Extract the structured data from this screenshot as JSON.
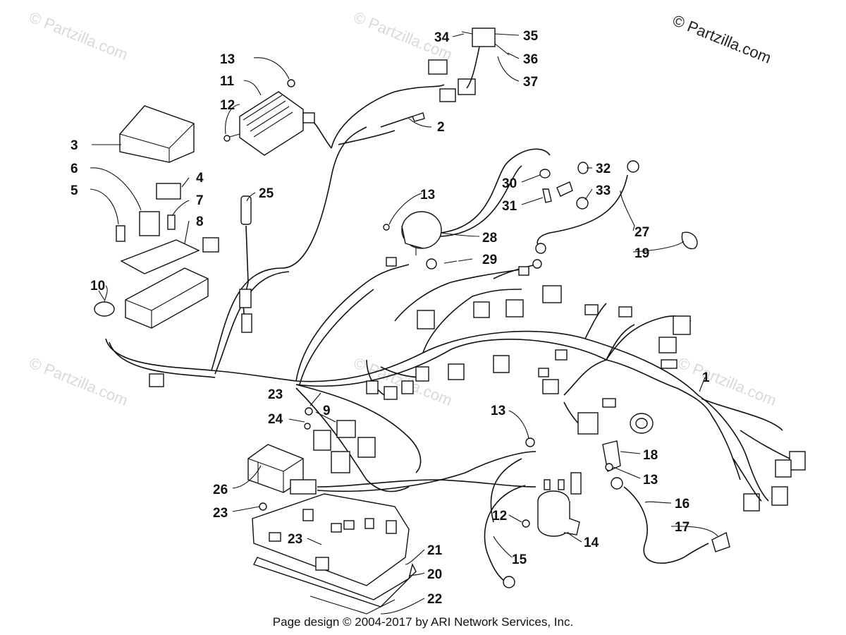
{
  "watermark": "© Partzilla.com",
  "copyright": "© Partzilla.com",
  "footer": "Page design © 2004-2017 by ARI Network Services, Inc.",
  "callouts": {
    "c1": "1",
    "c2": "2",
    "c3": "3",
    "c4": "4",
    "c5": "5",
    "c6": "6",
    "c7": "7",
    "c8": "8",
    "c9": "9",
    "c10": "10",
    "c11": "11",
    "c12a": "12",
    "c12b": "12",
    "c13a": "13",
    "c13b": "13",
    "c13c": "13",
    "c13d": "13",
    "c14": "14",
    "c15": "15",
    "c16": "16",
    "c17": "17",
    "c18": "18",
    "c19": "19",
    "c20": "20",
    "c21": "21",
    "c22": "22",
    "c23a": "23",
    "c23b": "23",
    "c23c": "23",
    "c24": "24",
    "c25": "25",
    "c26": "26",
    "c27": "27",
    "c28": "28",
    "c29": "29",
    "c30": "30",
    "c31": "31",
    "c32": "32",
    "c33": "33",
    "c34": "34",
    "c35": "35",
    "c36": "36",
    "c37": "37"
  }
}
